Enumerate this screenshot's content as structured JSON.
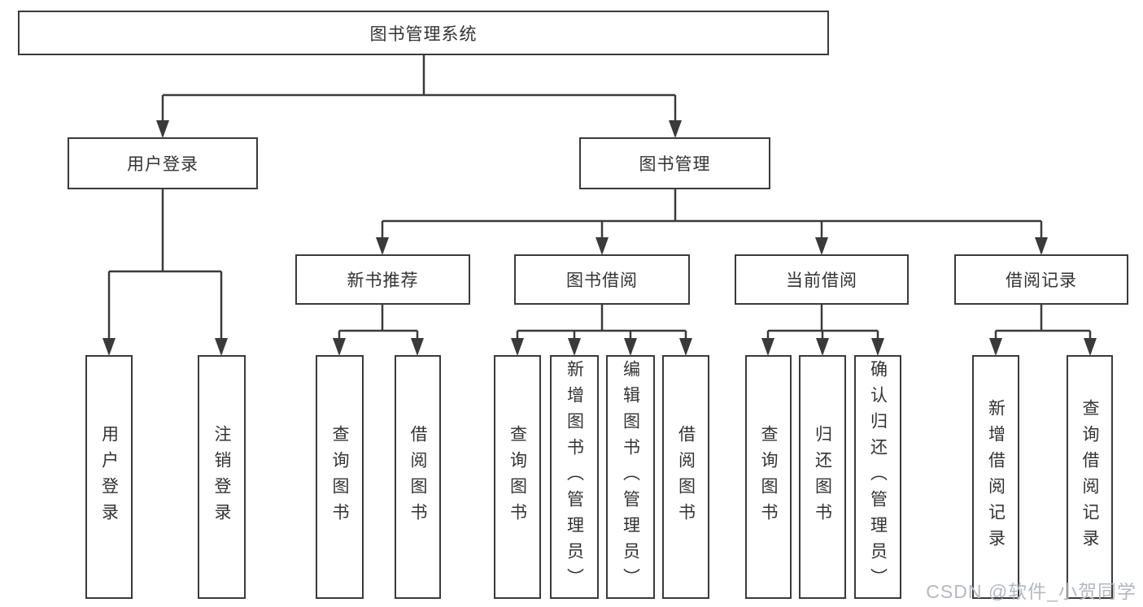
{
  "diagram": {
    "root": {
      "label": "图书管理系统"
    },
    "level2": [
      {
        "label": "用户登录"
      },
      {
        "label": "图书管理"
      }
    ],
    "level3": [
      {
        "label": "新书推荐"
      },
      {
        "label": "图书借阅"
      },
      {
        "label": "当前借阅"
      },
      {
        "label": "借阅记录"
      }
    ],
    "leaves": [
      {
        "label": "用户登录"
      },
      {
        "label": "注销登录"
      },
      {
        "label": "查询图书"
      },
      {
        "label": "借阅图书"
      },
      {
        "label": "查询图书"
      },
      {
        "label": "新增图书（管理员）"
      },
      {
        "label": "编辑图书（管理员）"
      },
      {
        "label": "借阅图书"
      },
      {
        "label": "查询图书"
      },
      {
        "label": "归还图书"
      },
      {
        "label": "确认归还（管理员）"
      },
      {
        "label": "新增借阅记录"
      },
      {
        "label": "查询借阅记录"
      }
    ]
  },
  "watermark": {
    "text": "CSDN @软件_小贺同学"
  },
  "colors": {
    "line": "#3a3a3a",
    "text": "#333333",
    "watermark": "#b3b9bf",
    "background": "#ffffff"
  }
}
